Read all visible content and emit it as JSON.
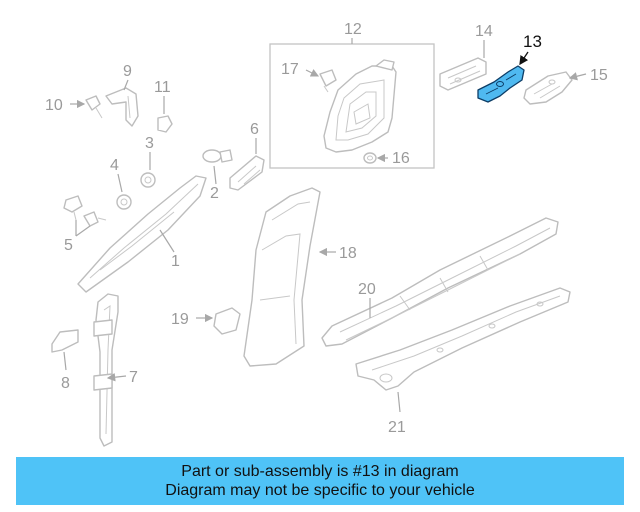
{
  "diagram": {
    "callouts": {
      "c1": "1",
      "c2": "2",
      "c3": "3",
      "c4": "4",
      "c5": "5",
      "c6": "6",
      "c7": "7",
      "c8": "8",
      "c9": "9",
      "c10": "10",
      "c11": "11",
      "c12": "12",
      "c13": "13",
      "c14": "14",
      "c15": "15",
      "c16": "16",
      "c17": "17",
      "c18": "18",
      "c19": "19",
      "c20": "20",
      "c21": "21"
    },
    "highlighted_part": "13",
    "colors": {
      "highlight_fill": "#4fb9f0",
      "highlight_outline": "#0d3d66",
      "banner": "#4fc3f7",
      "line_art": "#bdbdbd"
    }
  },
  "banner": {
    "line1": "Part or sub-assembly is #13 in diagram",
    "line2": "Diagram may not be specific to your vehicle"
  }
}
